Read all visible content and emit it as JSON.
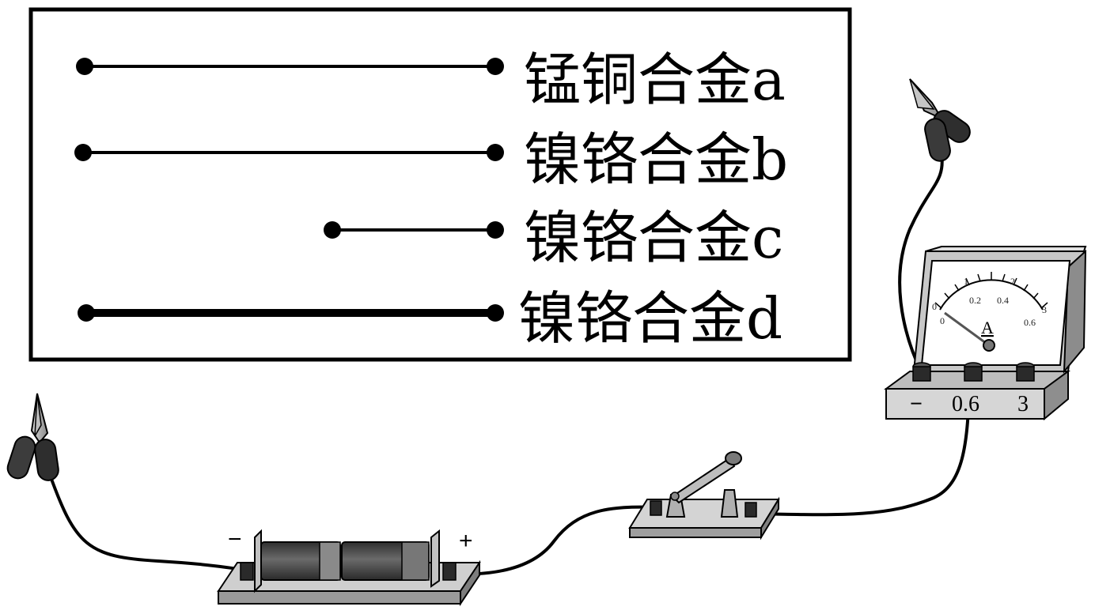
{
  "wire_board": {
    "wires": [
      {
        "label": "锰铜合金a"
      },
      {
        "label": "镍铬合金b"
      },
      {
        "label": "镍铬合金c"
      },
      {
        "label": "镍铬合金d"
      }
    ]
  },
  "ammeter": {
    "unit_symbol": "A",
    "scale_top": [
      "0",
      "1",
      "2",
      "3"
    ],
    "scale_bottom": [
      "0.2",
      "0.4",
      "0.6"
    ],
    "terminals": [
      "−",
      "0.6",
      "3"
    ]
  },
  "battery": {
    "neg_label": "−",
    "pos_label": "+"
  },
  "colors": {
    "line": "#000000",
    "device_face": "#d9d9d9",
    "device_side": "#a9a9a9",
    "cell_body": "#4a4a4a"
  }
}
